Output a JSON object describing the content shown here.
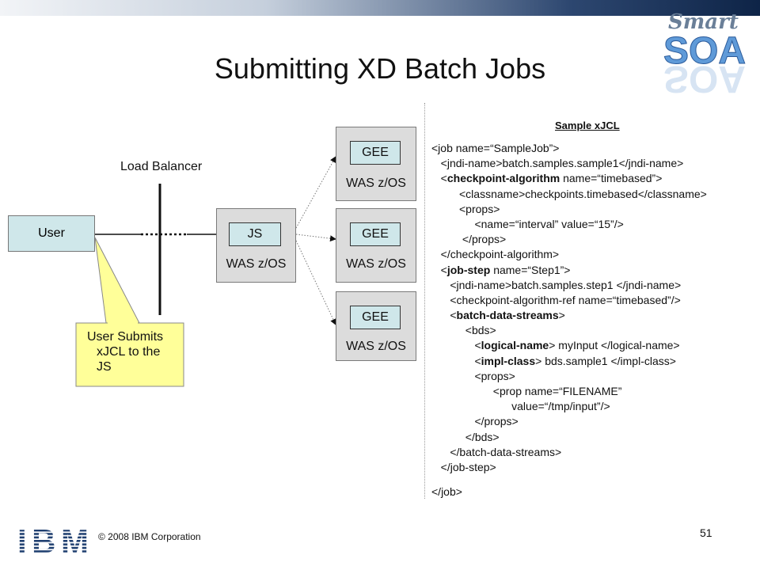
{
  "title": "Submitting XD Batch Jobs",
  "logo": {
    "line1": "Smart",
    "line2": "SOA"
  },
  "diagram": {
    "user_label": "User",
    "load_balancer_label": "Load Balancer",
    "callout_lines": [
      "User Submits",
      "xJCL to the",
      "JS"
    ],
    "js_label": "JS",
    "gee_label": "GEE",
    "was_label": "WAS z/OS"
  },
  "sample": {
    "heading": "Sample xJCL",
    "lines": [
      [
        {
          "t": "<job name=“SampleJob”>"
        }
      ],
      [
        {
          "t": "   <jndi-name>batch.samples.sample1</jndi-name>"
        }
      ],
      [
        {
          "t": "   <"
        },
        {
          "t": "checkpoint-algorithm",
          "b": true
        },
        {
          "t": " name=“timebased”>"
        }
      ],
      [
        {
          "t": "         <classname>checkpoints.timebased</classname>"
        }
      ],
      [
        {
          "t": "         <props>"
        }
      ],
      [
        {
          "t": "              <name=“interval” value=“15”/>"
        }
      ],
      [
        {
          "t": "          </props>"
        }
      ],
      [
        {
          "t": "   </checkpoint-algorithm>"
        }
      ],
      [
        {
          "t": "   <"
        },
        {
          "t": "job-step",
          "b": true
        },
        {
          "t": " name=“Step1”>"
        }
      ],
      [
        {
          "t": "      <jndi-name>batch.samples.step1 </jndi-name>"
        }
      ],
      [
        {
          "t": "      <checkpoint-algorithm-ref name=“timebased”/>"
        }
      ],
      [
        {
          "t": "      <"
        },
        {
          "t": "batch-data-streams",
          "b": true
        },
        {
          "t": ">"
        }
      ],
      [
        {
          "t": "           <bds>"
        }
      ],
      [
        {
          "t": "              <"
        },
        {
          "t": "logical-name",
          "b": true
        },
        {
          "t": "> myInput </logical-name>"
        }
      ],
      [
        {
          "t": "              <"
        },
        {
          "t": "impl-class",
          "b": true
        },
        {
          "t": "> bds.sample1 </impl-class>"
        }
      ],
      [
        {
          "t": "              <props>"
        }
      ],
      [
        {
          "t": "                    <prop name=“FILENAME”"
        }
      ],
      [
        {
          "t": "                          value=“/tmp/input”/>"
        }
      ],
      [
        {
          "t": "              </props>"
        }
      ],
      [
        {
          "t": "           </bds>"
        }
      ],
      [
        {
          "t": "      </batch-data-streams>"
        }
      ],
      [
        {
          "t": "   </job-step>"
        }
      ],
      [],
      [
        {
          "t": "</job>"
        }
      ]
    ]
  },
  "footer": {
    "copyright": "© 2008 IBM Corporation",
    "page_number": "51"
  },
  "ibm_logo_text": "IBM"
}
